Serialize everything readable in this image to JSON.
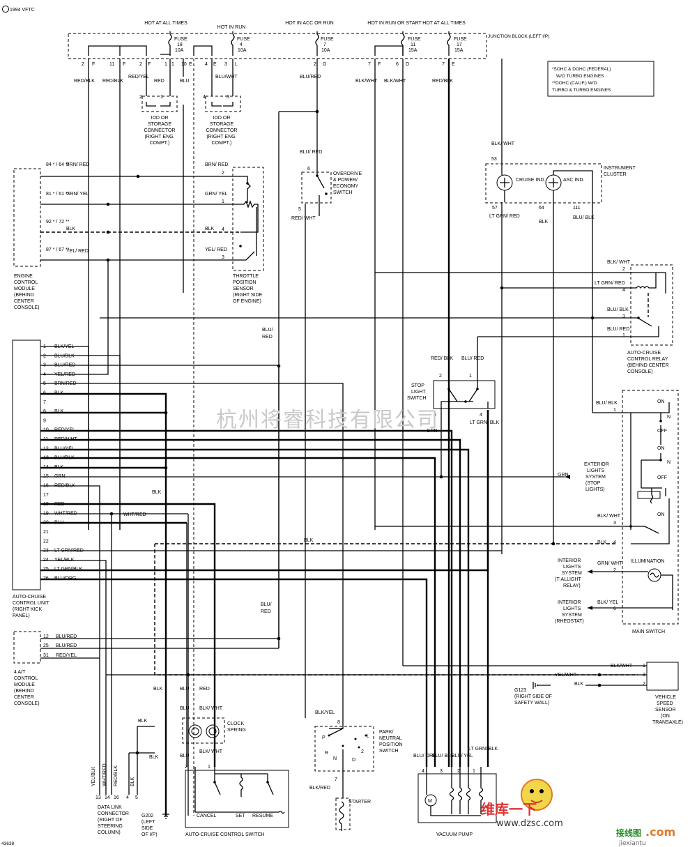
{
  "header": {
    "title": "1994 VFTC"
  },
  "junction_block": {
    "label": "JUNCTION BLOCK (LEFT I/P)",
    "sources": [
      {
        "hot": "HOT AT ALL TIMES",
        "fuse": "FUSE",
        "num": "18",
        "amp": "10A"
      },
      {
        "hot": "HOT IN RUN",
        "fuse": "FUSE",
        "num": "4",
        "amp": "10A"
      },
      {
        "hot": "HOT IN ACC OR RUN",
        "fuse": "FUSE",
        "num": "7",
        "amp": "10A"
      },
      {
        "hot": "HOT IN RUN OR START",
        "fuse": "FUSE",
        "num": "11",
        "amp": "15A"
      },
      {
        "hot": "HOT AT ALL TIMES",
        "fuse": "FUSE",
        "num": "17",
        "amp": "15A"
      }
    ],
    "pins": [
      "2",
      "F",
      "11",
      "F",
      "2",
      "F",
      "1",
      "1",
      "10",
      "E",
      "4",
      "E",
      "3",
      "L",
      "2",
      "G",
      "7",
      "F",
      "6",
      "D",
      "7",
      "E"
    ]
  },
  "notes": {
    "line1": "*SOHC & DOHC (FEDERAL)",
    "line2": "W/O TURBO ENGINES",
    "line3": "**DOHC (CALIF.) W/O",
    "line4": "TURBO & TURBO ENGINES"
  },
  "wires_top": [
    "RED/BLK",
    "RED/BLK",
    "RED/YEL",
    "RED",
    "BLU",
    "BLU/WHT",
    "BLU/RED",
    "BLK/WHT",
    "BLK/WHT",
    "RED/BLK"
  ],
  "iod1": "IOD OR STORAGE CONNECTOR (RIGHT ENG. COMPT.)",
  "iod2": "IOD OR STORAGE CONNECTOR (RIGHT ENG. COMPT.)",
  "ecm": {
    "label": "ENGINE CONTROL MODULE (BEHIND CENTER CONSOLE)",
    "rows": [
      {
        "pins": "84 * / 64 **",
        "wire": "BRN/ RED"
      },
      {
        "pins": "81 * / 61 **",
        "wire": "GRN/ YEL"
      },
      {
        "pins": "92 * / 72 **",
        "wire": "BLK"
      },
      {
        "pins": "87 * / 67 **",
        "wire": "YEL/ RED"
      }
    ]
  },
  "tps": {
    "label": "THROTTLE POSITION SENSOR (RIGHT SIDE OF ENGINE)",
    "pins": [
      "2",
      "1",
      "4",
      "3"
    ],
    "wires": [
      "BRN/ RED",
      "GRN/ YEL",
      "BLK",
      "YEL/ RED"
    ]
  },
  "overdrive": {
    "label": "OVERDRIVE & POWER/ ECONOMY SWITCH",
    "wire_in": "BLU/ RED",
    "pin_in": "6",
    "pin_out": "5",
    "wire_out": "RED/ WHT"
  },
  "cluster": {
    "label": "INSTRUMENT CLUSTER",
    "cruise": "CRUISE IND.",
    "asc": "ASC IND.",
    "pin_top": "53",
    "wire_top": "BLK/ WHT",
    "pins_bottom": [
      "57",
      "64",
      "111"
    ],
    "wires_bottom": [
      "LT GRN/ RED",
      "BLK",
      "BLU/ BLK"
    ]
  },
  "relay": {
    "label": "AUTO-CRUISE CONTROL RELAY (BEHIND CENTER CONSOLE)",
    "rows": [
      {
        "wire": "BLK/ WHT",
        "pin": "2"
      },
      {
        "wire": "LT GRN/ RED",
        "pin": "4"
      },
      {
        "wire": "BLU/ BLK",
        "pin": "3"
      },
      {
        "wire": "BLU/ RED",
        "pin": "1"
      }
    ]
  },
  "acu": {
    "label": "AUTO-CRUISE CONTROL UNIT (RIGHT KICK PANEL)",
    "pins": [
      {
        "n": "1",
        "w": "BLK/YEL"
      },
      {
        "n": "2",
        "w": "BLU/BLK"
      },
      {
        "n": "3",
        "w": "BLU/RED"
      },
      {
        "n": "4",
        "w": "YEL/RED"
      },
      {
        "n": "5",
        "w": "BRN/RED"
      },
      {
        "n": "6",
        "w": "BLK"
      },
      {
        "n": "7",
        "w": ""
      },
      {
        "n": "8",
        "w": "BLK"
      },
      {
        "n": "9",
        "w": ""
      },
      {
        "n": "10",
        "w": "RED/YEL"
      },
      {
        "n": "11",
        "w": "RED/WHT"
      },
      {
        "n": "12",
        "w": "BLU/YEL"
      },
      {
        "n": "13",
        "w": "BLU/BLK"
      },
      {
        "n": "14",
        "w": "BLK"
      },
      {
        "n": "15",
        "w": "GRN"
      },
      {
        "n": "16",
        "w": "RED/BLK"
      },
      {
        "n": "17",
        "w": ""
      },
      {
        "n": "18",
        "w": "RED"
      },
      {
        "n": "19",
        "w": "WHT/RED"
      },
      {
        "n": "20",
        "w": "BLU"
      },
      {
        "n": "21",
        "w": ""
      },
      {
        "n": "22",
        "w": ""
      },
      {
        "n": "23",
        "w": "LT GRN/RED"
      },
      {
        "n": "24",
        "w": "YEL/BLK"
      },
      {
        "n": "25",
        "w": "LT GRN/BLK"
      },
      {
        "n": "26",
        "w": "BLU/ORG"
      }
    ]
  },
  "stoplight": {
    "label": "STOP LIGHT SWITCH",
    "wires_top": [
      "RED/ BLK",
      "BLU/ RED"
    ],
    "pins_top": [
      "2",
      "1"
    ],
    "pins_bottom": [
      "3",
      "4"
    ],
    "wires_bottom": [
      "GRN",
      "LT GRN/ BLK"
    ]
  },
  "main_switch": {
    "label": "MAIN SWITCH",
    "illumination": "ILLUMINATION",
    "on1": "ON",
    "off1": "OFF",
    "on2": "ON",
    "off2": "OFF",
    "on3": "ON",
    "n1": "N",
    "n2": "N",
    "rows": [
      {
        "wire": "BLU/ BLK",
        "pin": "1"
      },
      {
        "wire": "BLK/ WHT",
        "pin": "3"
      },
      {
        "wire": "BLK",
        "pin": "4"
      },
      {
        "wire": "GRN/ WHT",
        "pin": "2"
      },
      {
        "wire": "BLK/ YEL",
        "pin": "6"
      }
    ]
  },
  "exterior": "EXTERIOR LIGHTS SYSTEM (STOP LIGHTS)",
  "exterior_wire": "GRN",
  "interior1": "INTERIOR LIGHTS SYSTEM (T-ALLIGHT RELAY)",
  "interior2": "INTERIOR LIGHTS SYSTEM (RHEOSTAT)",
  "at_module": {
    "label": "4 A/T CONTROL MODULE (BEHIND CENTER CONSOLE)",
    "rows": [
      {
        "pin": "12",
        "wire": "BLU/RED"
      },
      {
        "pin": "25",
        "wire": "BLU/RED"
      },
      {
        "pin": "31",
        "wire": "RED/YEL"
      }
    ]
  },
  "mid_labels": {
    "blk_a": "BLK",
    "whtred": "WHT/RED",
    "blured1": "BLU/ RED",
    "blured2": "BLU/ RED",
    "blk_b": "BLK",
    "blk_c": "BLK"
  },
  "vss": {
    "label": "VEHICLE SPEED SENSOR (ON TRANSAXLE)",
    "rows": [
      {
        "wire": "BLK/WHT",
        "pin": "1"
      },
      {
        "wire": "YEL/WHT",
        "pin": "3"
      },
      {
        "wire": "BLK",
        "pin": "2"
      }
    ],
    "ground": "G123 (RIGHT SIDE OF SAFETY WALL)"
  },
  "clock_spring": {
    "label": "CLOCK SPRING",
    "wires_top": [
      "BLU",
      "RED"
    ],
    "wires_mid": [
      "BLU",
      "BLK/ WHT"
    ],
    "wires_bottom": [
      "BLU",
      "BLK/ WHT"
    ]
  },
  "cruise_switch": {
    "label": "AUTO-CRUISE CONTROL SWITCH",
    "pins": [
      "2",
      "1"
    ],
    "cancel": "CANCEL",
    "set": "SET",
    "resume": "RESUME"
  },
  "dlc": {
    "label": "DATA LINK CONNECTOR (RIGHT OF STEERING COLUMN)",
    "wires": [
      "YEL/BLK",
      "WHT/RED",
      "RED/BLK",
      "BLK"
    ],
    "pins": [
      "13",
      "14",
      "16",
      "4",
      "5"
    ],
    "blk_top": "BLK",
    "blk_mid": "BLK"
  },
  "g202": "G202 (LEFT SIDE OF I/P)",
  "pnp": {
    "label": "PARK/ NEUTRAL POSITION SWITCH",
    "wire_in": "BLK/YEL",
    "pin_in": "8",
    "pin_out": "7",
    "wire_out": "BLK/RED",
    "p": "P",
    "r": "R",
    "n": "N",
    "d": "D",
    "two": "2",
    "l": "L"
  },
  "starter": "STARTER",
  "vacuum_pump": {
    "label": "VACUUM PUMP",
    "wires": [
      "BLU/ ORG",
      "BLU/ BLK",
      "BLU/ YEL",
      "LT GRN/ BLK"
    ],
    "pins": [
      "4",
      "3",
      "2",
      "1"
    ],
    "motor": "M"
  },
  "footer": {
    "code": "43638",
    "brand1": "维库一下",
    "brand2": "www.dzsc.com",
    "brand3": "接线图",
    "brand4": ".com",
    "brand5": "jiexiantu"
  },
  "watermark": "杭州将睿科技有限公司"
}
